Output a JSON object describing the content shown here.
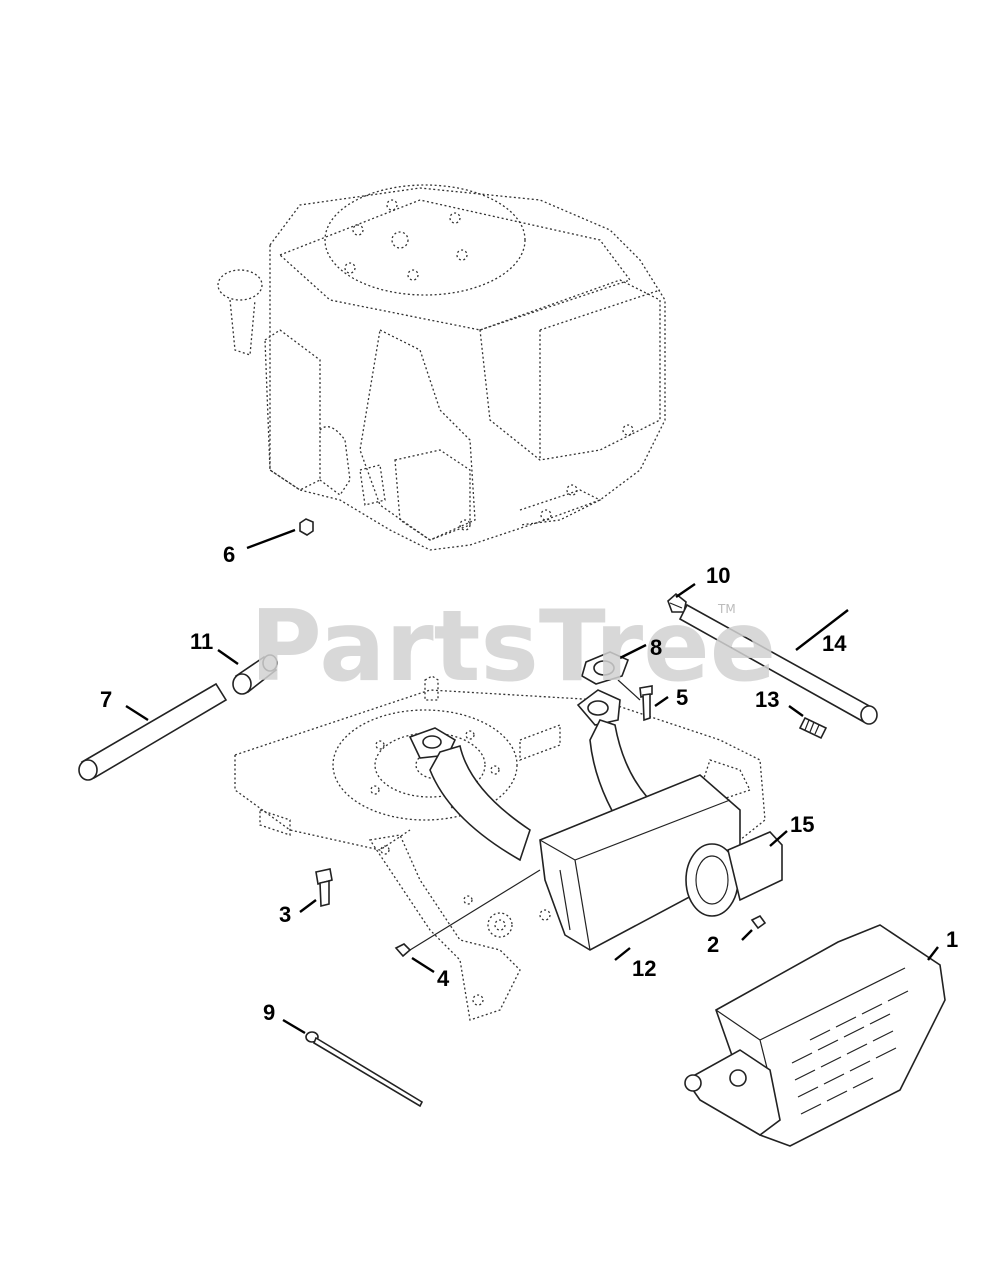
{
  "watermark": {
    "text": "PartsTree",
    "trademark": "TM"
  },
  "callouts": [
    {
      "id": "1",
      "part": "muffler-heat-shield"
    },
    {
      "id": "2",
      "part": "screw"
    },
    {
      "id": "3",
      "part": "bolt"
    },
    {
      "id": "4",
      "part": "screw"
    },
    {
      "id": "5",
      "part": "bolt"
    },
    {
      "id": "6",
      "part": "nut"
    },
    {
      "id": "7",
      "part": "tube"
    },
    {
      "id": "8",
      "part": "gasket"
    },
    {
      "id": "9",
      "part": "cable-tie"
    },
    {
      "id": "10",
      "part": "fitting"
    },
    {
      "id": "11",
      "part": "fitting"
    },
    {
      "id": "12",
      "part": "muffler"
    },
    {
      "id": "13",
      "part": "spring"
    },
    {
      "id": "14",
      "part": "tube"
    },
    {
      "id": "15",
      "part": "spark-arrestor-cap"
    }
  ]
}
